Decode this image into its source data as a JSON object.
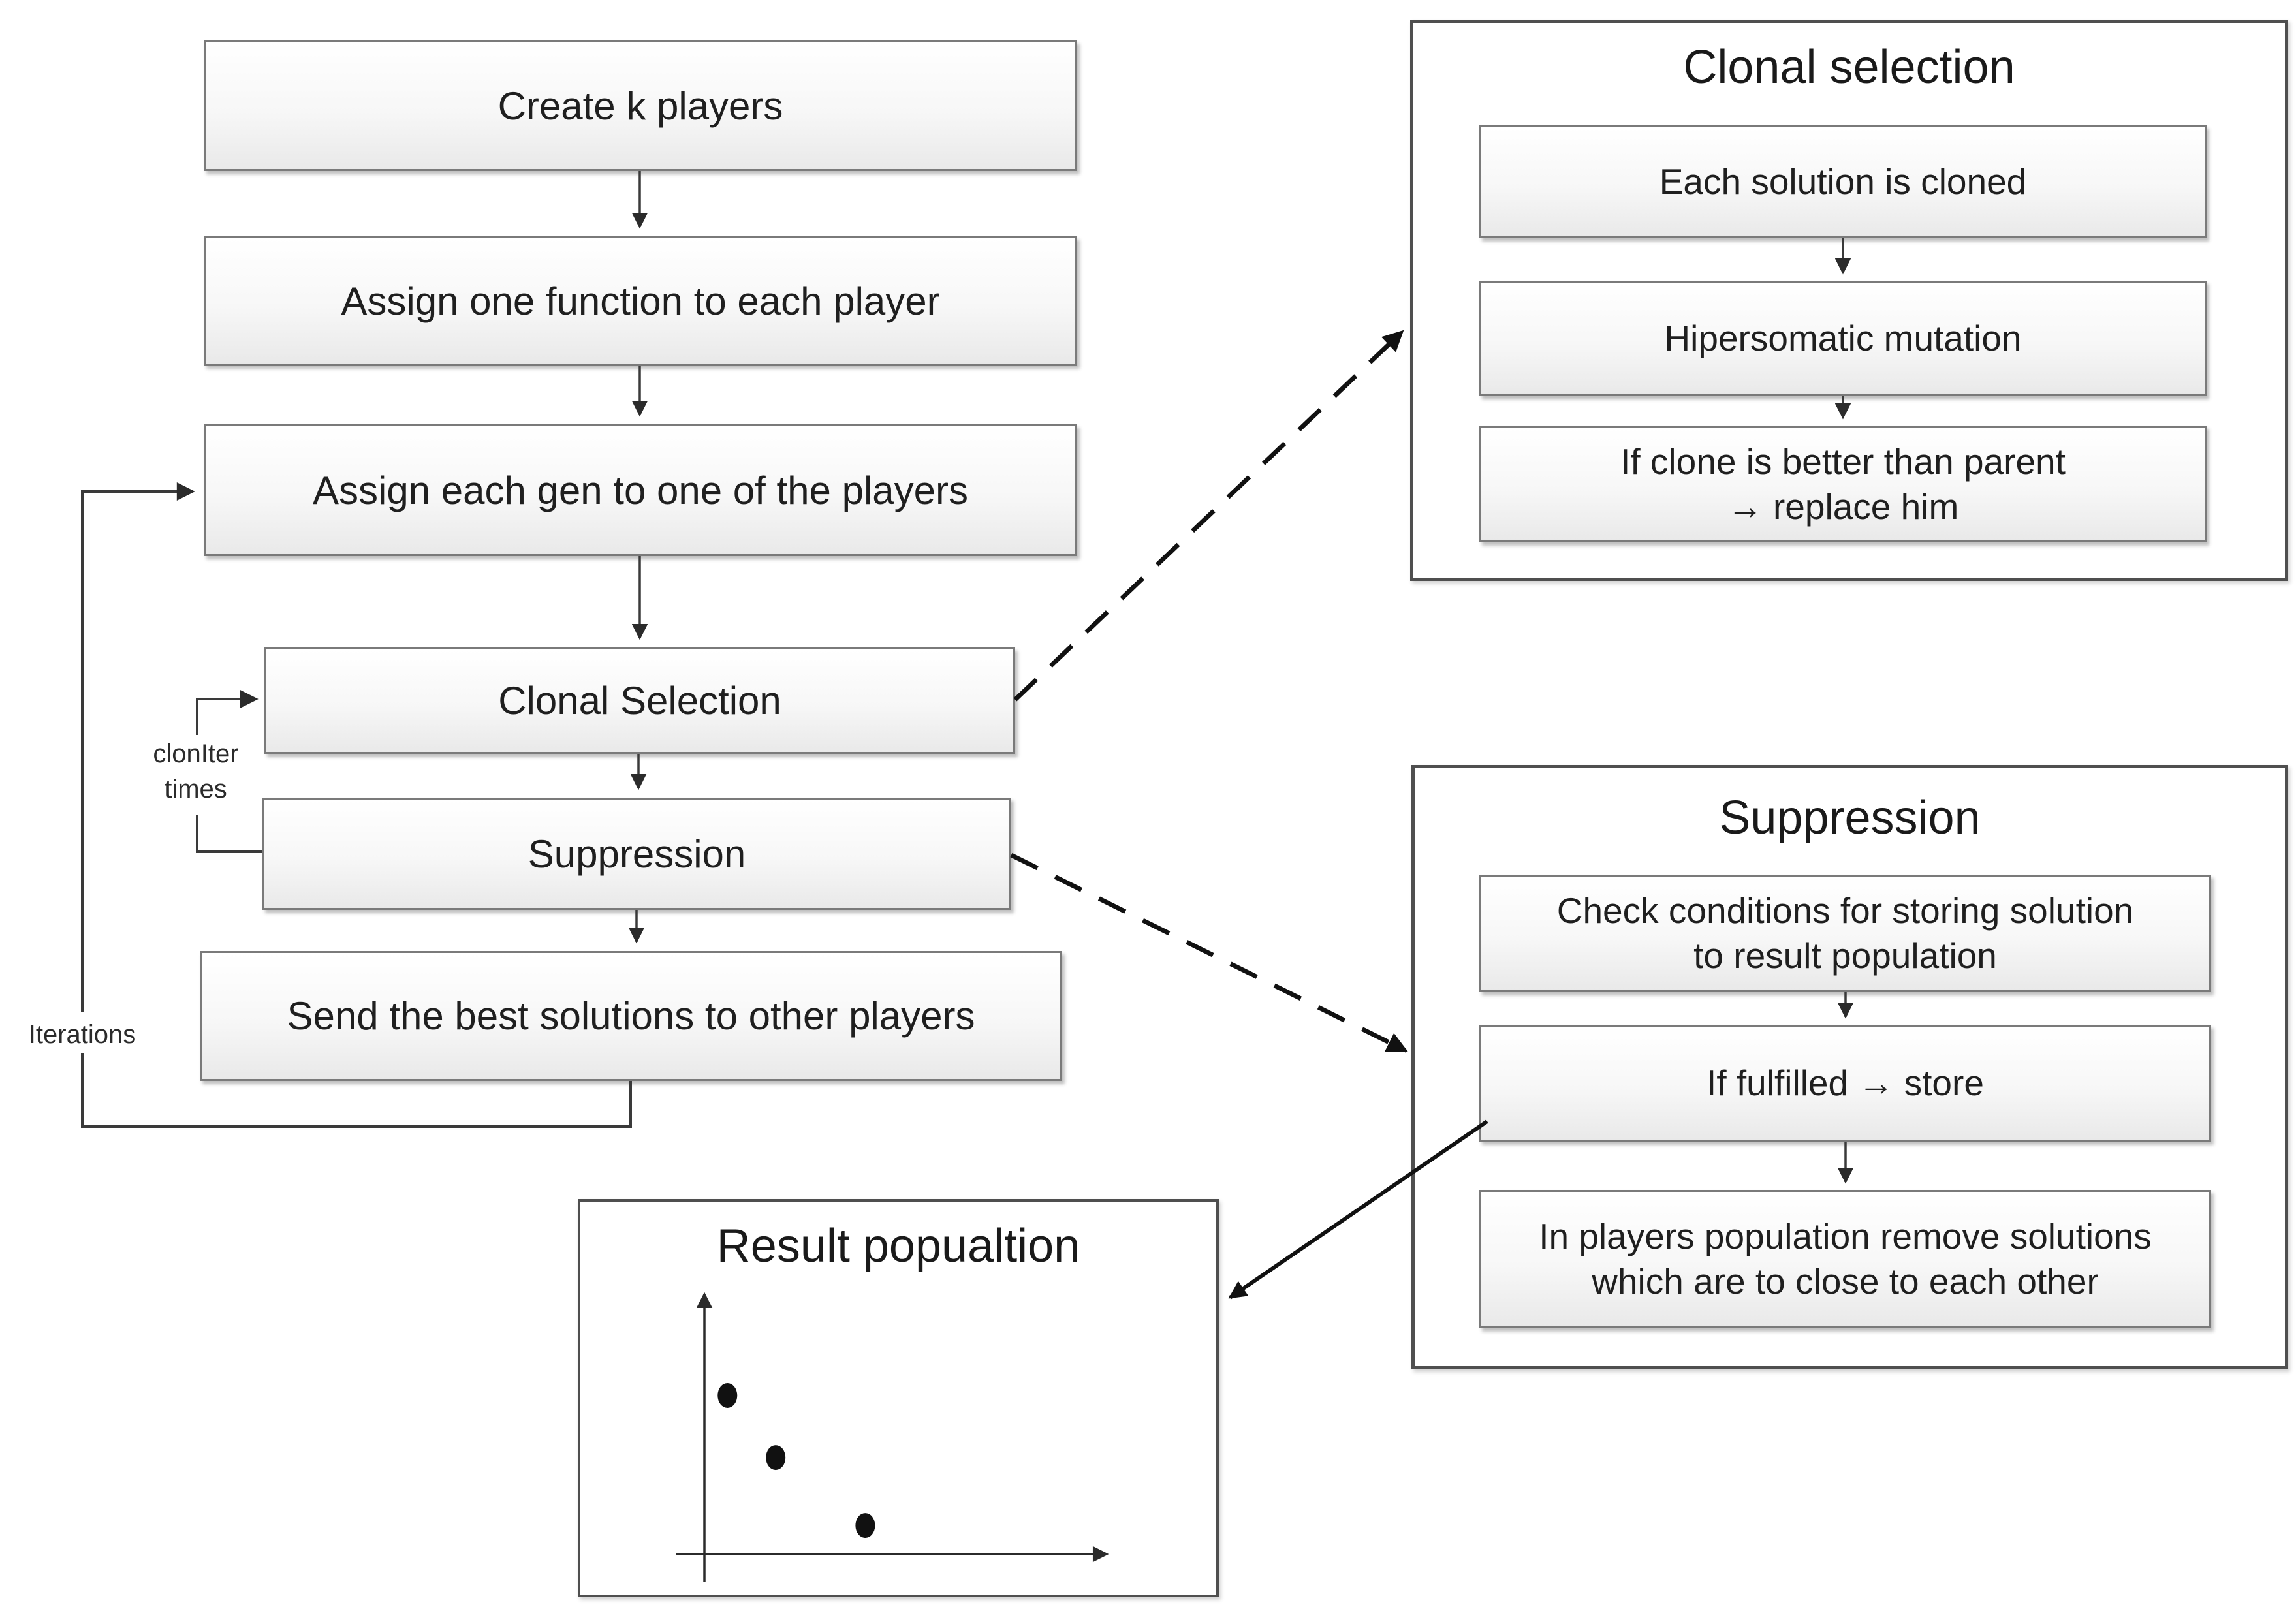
{
  "colors": {
    "background": "#ffffff",
    "box_border": "#7a7a7a",
    "outer_border": "#4f4f4f",
    "box_fill_top": "#ffffff",
    "box_fill_bottom": "#e9e9e9",
    "line": "#303030",
    "text": "#1f1f1f"
  },
  "main_flow": {
    "boxes": [
      {
        "label": "Create k players"
      },
      {
        "label": "Assign one function to each player"
      },
      {
        "label": "Assign each gen to one of the players"
      },
      {
        "label": "Clonal Selection"
      },
      {
        "label": "Suppression"
      },
      {
        "label": "Send the best solutions to other players"
      }
    ],
    "labels": {
      "clon_iter_line1": "clonIter",
      "clon_iter_line2": "times",
      "iterations": "Iterations"
    }
  },
  "clonal_selection_detail": {
    "title": "Clonal selection",
    "steps": [
      {
        "line1": "Each solution is cloned"
      },
      {
        "line1": "Hipersomatic mutation"
      },
      {
        "line1": "If clone is better than parent",
        "line2": "→  replace him"
      }
    ]
  },
  "suppression_detail": {
    "title": "Suppression",
    "steps": [
      {
        "line1": "Check conditions for storing solution",
        "line2": "to result population"
      },
      {
        "line1": "If fulfilled → store"
      },
      {
        "line1": "In players population remove solutions",
        "line2": "which are to close to each other"
      }
    ]
  },
  "result_population": {
    "title": "Result popualtion",
    "plot": {
      "type": "scatter",
      "points": [
        {
          "x": 0.063,
          "y": 0.603
        },
        {
          "x": 0.195,
          "y": 0.367
        },
        {
          "x": 0.44,
          "y": 0.109
        }
      ]
    }
  }
}
